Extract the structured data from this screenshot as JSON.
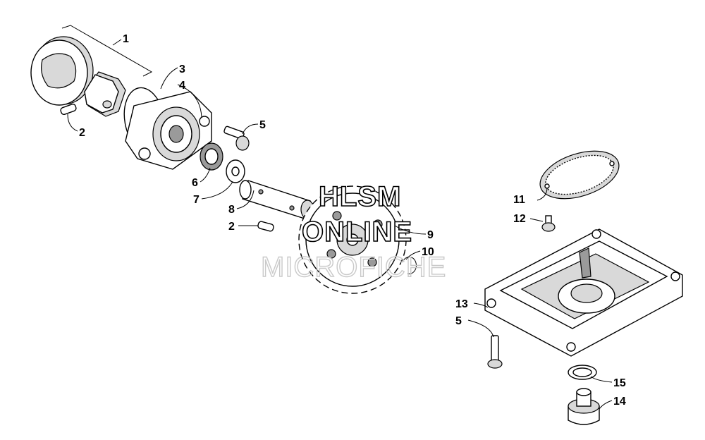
{
  "watermark": {
    "line1": "HLSM",
    "line2": "ONLINE",
    "line3": "MICROFICHE"
  },
  "callouts": {
    "c1": "1",
    "c2a": "2",
    "c2b": "2",
    "c3": "3",
    "c4": "4",
    "c5a": "5",
    "c5b": "5",
    "c6": "6",
    "c7": "7",
    "c8": "8",
    "c9": "9",
    "c10": "10",
    "c11": "11",
    "c12": "12",
    "c13": "13",
    "c14": "14",
    "c15": "15"
  }
}
